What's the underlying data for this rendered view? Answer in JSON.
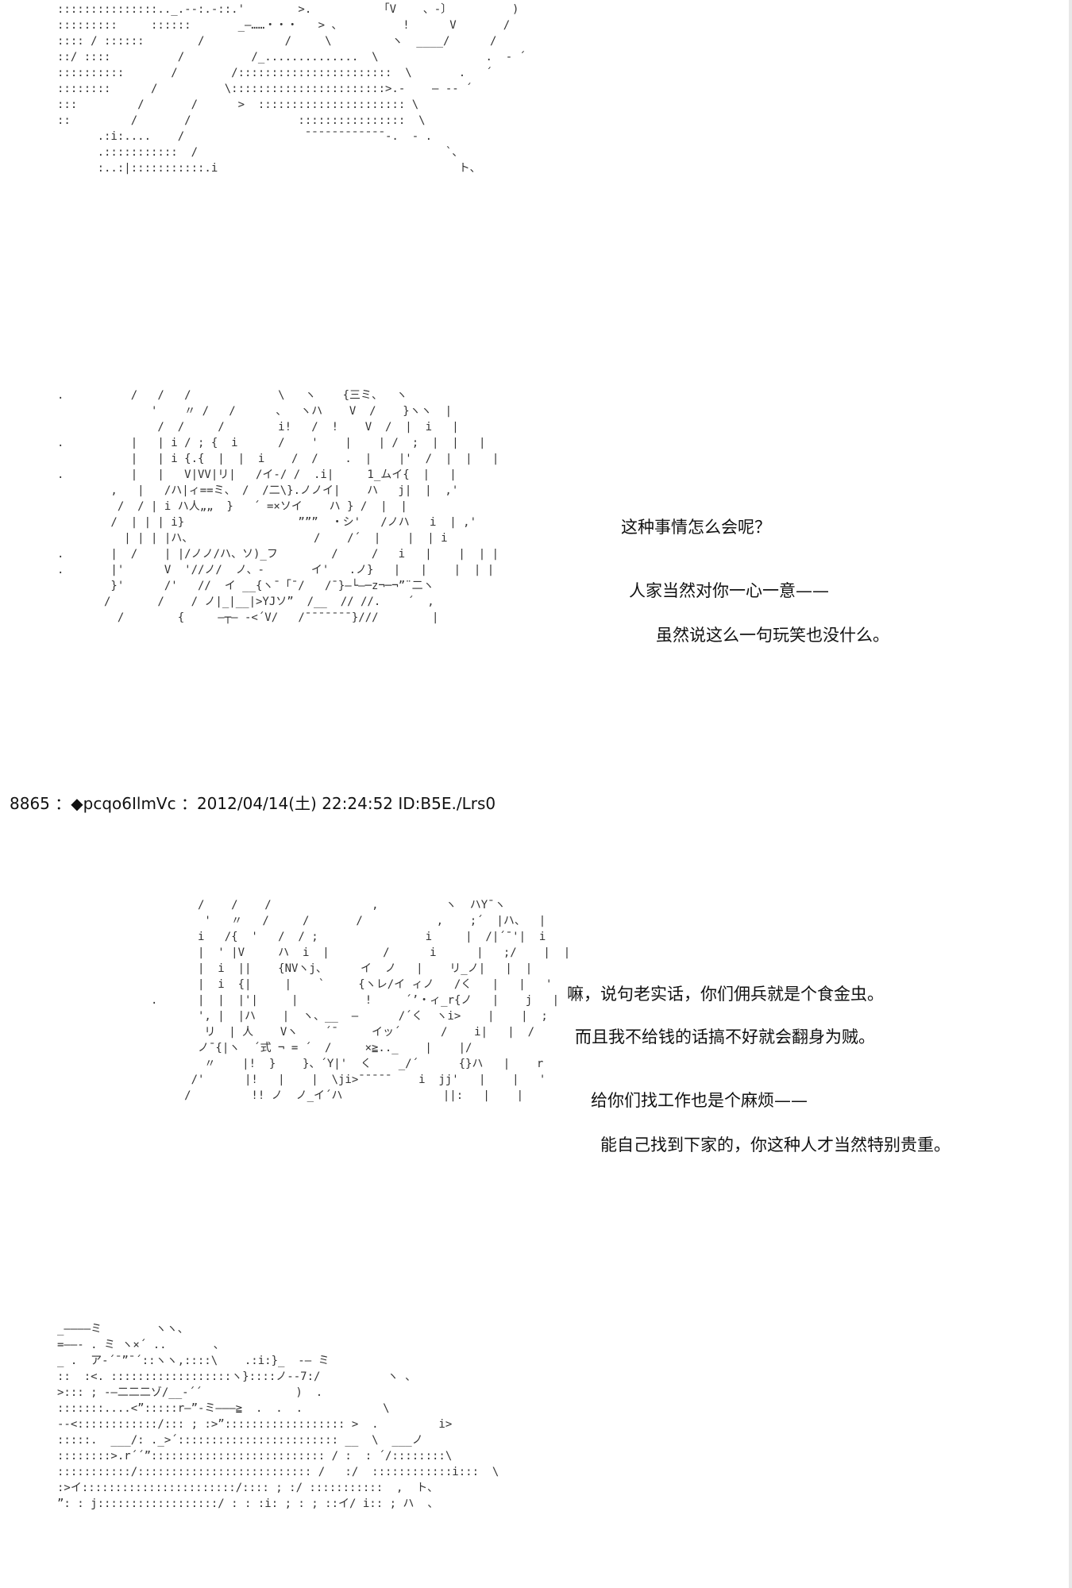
{
  "post_header": "8865 ：◆pcqo6IlmVc ：2012/04/14(土) 22:24:52 ID:B5E./Lrs0",
  "art": {
    "a1": ":::::::::::::::.._.--:.-::.'        >.          「V    、-〕         )\n:::::::::     ::::::       _—……・・・   > 、         !      V       /\n:::: / ::::::        /            /     \\         ヽ  ____/      /\n::/ ::::          /          /_..............  \\                .  - ´\n::::::::::       /        /:::::::::::::::::::::::  \\       .   ´\n::::::::      /          \\:::::::::::::::::::::::>.-    — -- ´\n:::         /       /      >  :::::::::::::::::::::: \\\n::         /       /                ::::::::::::::::  \\\n      .:i:....    /                  ¯¯¯¯¯¯¯¯¯¯¯¯-.  - .\n      .:::::::::::  /                                     `、\n      :..:|:::::::::::.i                                    ト、",
    "a2": ".          /   /   /             \\   ヽ    {三ミ、  ヽ\n              '    〃 /   /      、  ヽハ    V  /    }ヽヽ  |\n               /  /     /        i!   /  !    V  /  |  i   |\n.          |   | i / ; {  i      /    '    |    | /  ;  |  |   |\n           |   | i {.{  |  |  i    /  /    .  |    |'  /  |  |   |\n.          |   |   V|VV|リ|   /イ-/ /  .i|     1_ムイ{  |   |\n        ,   |   /ハ|ィ==ミ、 /  /二\\}.ノノイ|    ハ   j|  |  ,'\n         /  / | i ハ人„„  }   ´ =×ソイ    ハ } /  |  |\n        /  | | | i}                 ”””  ・シ'   /ノハ   i  | ,'\n          | | | |ハ、                  /    /´  |    |  | i\n.       |  /    | |/ノノ/ハ、ソ)_フ        /     /   i   |    |  | |\n.       |'      V  '//ノ/  ノ、-       イ'   .ノ}   |   |    |  | |\n        }'      /'   //  イ __{ヽ¯「¯/   /¯}—└—─z¬─¬”¨二ヽ\n       /       /    / ノ|_|__|>YJソ”  /__  // //.    ´  ,\n         /        {     —┬— -<´V/   /¯¯¯¯¯¯¯}///        |",
    "a3": "       /    /    /               ,          ヽ  ハY¯ヽ\n        '   〃   /     /       /           ,    ;´  |ハ、  |\n       i   /{  '   /  / ;                i     |  /|´¯'|  i\n       |  ' |V     ハ  i  |        /      i      |   ;/    |  |\n       |  i  ||    {NVヽj、     イ  ノ   |    リ_ノ|   |  |\n       |  i  {|     |    `     {ヽレ/イ ィノ   /く   |   |   '\n.      |  |  |'|     |          !     ´’・ィ_r{ノ   |    j   |\n       ', |  |ハ    |  ヽ、__  —      /´く  ヽi>    |    |  ;\n        リ  | 人    Vヽ    ´¯     イッ´      /    i|   |  /\n       ノ¯{|ヽ  ´式 ¬ = ´  /     ×≧.._    |    |/\n        〃    |!  }    }、´Y|'  く    _/´      {}ハ   |    r\n      /'      |!   |    |  \\ji>¯¯¯¯¯    i  jj'   |    |   '\n     /         !! ノ  ノ_イ´ハ               ||:   |    |",
    "a4": "_————ミ        ヽヽ、\n=——- . ミ ヽ×´ ..       、\n_ .  ア-´¯”¯´::ヽヽ,::::\\    .:i:}_  -— ミ\n::  :<. ::::::::::::::::::ヽ}::::ノ--7:/          ヽ 、\n>::: ; -—二二二ゾ/__-´´              )  .\n:::::::....<”:::::r—”-ミ———≧  .  .  .            \\\n--<::::::::::::/::: ; :>”:::::::::::::::::: >  .         i>\n:::::.  ___/: ._>´:::::::::::::::::::::::: __  \\  ___ノ\n::::::::>.r´´”:::::::::::::::::::::::::: / :  : ´/::::::::\\\n:::::::::::/:::::::::::::::::::::::::: /   :/  ::::::::::::i:::  \\\n:>イ:::::::::::::::::::::::/:::: ; :/ :::::::::::  ,  ト、\n”: : j::::::::::::::::::/ : : :i: ; : ; ::イ/ i:: ; ハ  、"
  },
  "dialogue": {
    "l1": "这种事情怎么会呢？",
    "l2": "人家当然对你一心一意——",
    "l3": "虽然说这么一句玩笑也没什么。",
    "l4": "嘛，说句老实话，你们佣兵就是个食金虫。",
    "l5": "而且我不给钱的话搞不好就会翻身为贼。",
    "l6": "给你们找工作也是个麻烦——",
    "l7": "能自己找到下家的，你这种人才当然特别贵重。"
  }
}
